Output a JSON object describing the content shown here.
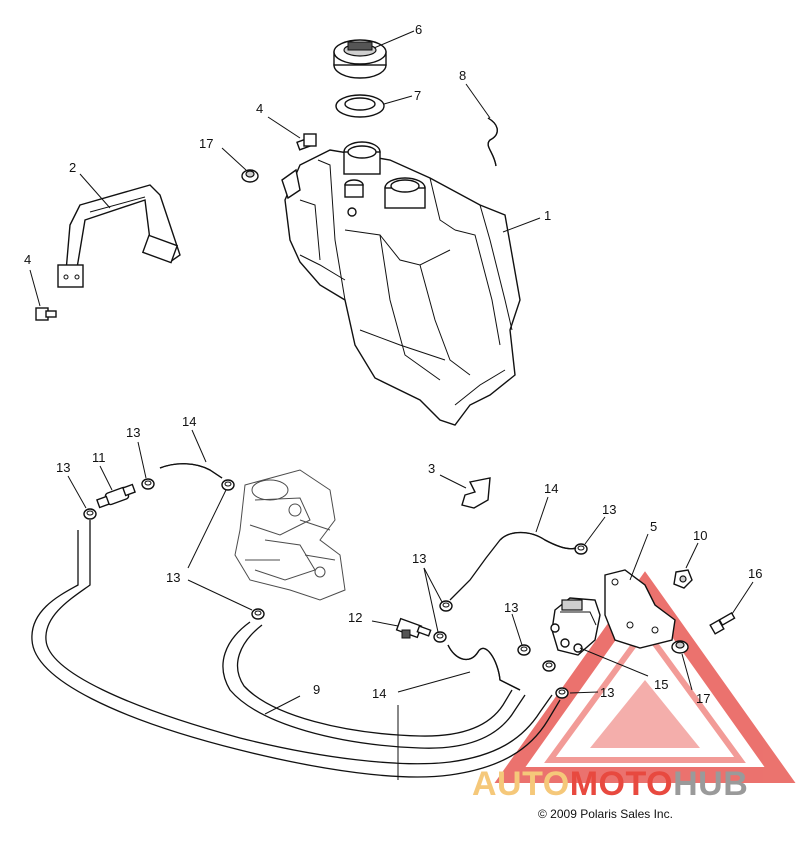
{
  "callouts": {
    "c1": "1",
    "c2": "2",
    "c3": "3",
    "c4a": "4",
    "c4b": "4",
    "c5": "5",
    "c6": "6",
    "c7": "7",
    "c8": "8",
    "c9": "9",
    "c10": "10",
    "c11": "11",
    "c12": "12",
    "c13a": "13",
    "c13b": "13",
    "c13c": "13",
    "c13d": "13",
    "c13e": "13",
    "c13f": "13",
    "c13g": "13",
    "c14a": "14",
    "c14b": "14",
    "c14c": "14",
    "c15": "15",
    "c16": "16",
    "c17a": "17",
    "c17b": "17"
  },
  "watermark": {
    "text_auto": "AUTO",
    "text_moto": "MOTO",
    "text_hub": "HUB",
    "color_auto": "#f5c87a",
    "color_moto": "#e8493f",
    "color_hub": "#9a9a9a"
  },
  "copyright": "© 2009 Polaris Sales Inc."
}
